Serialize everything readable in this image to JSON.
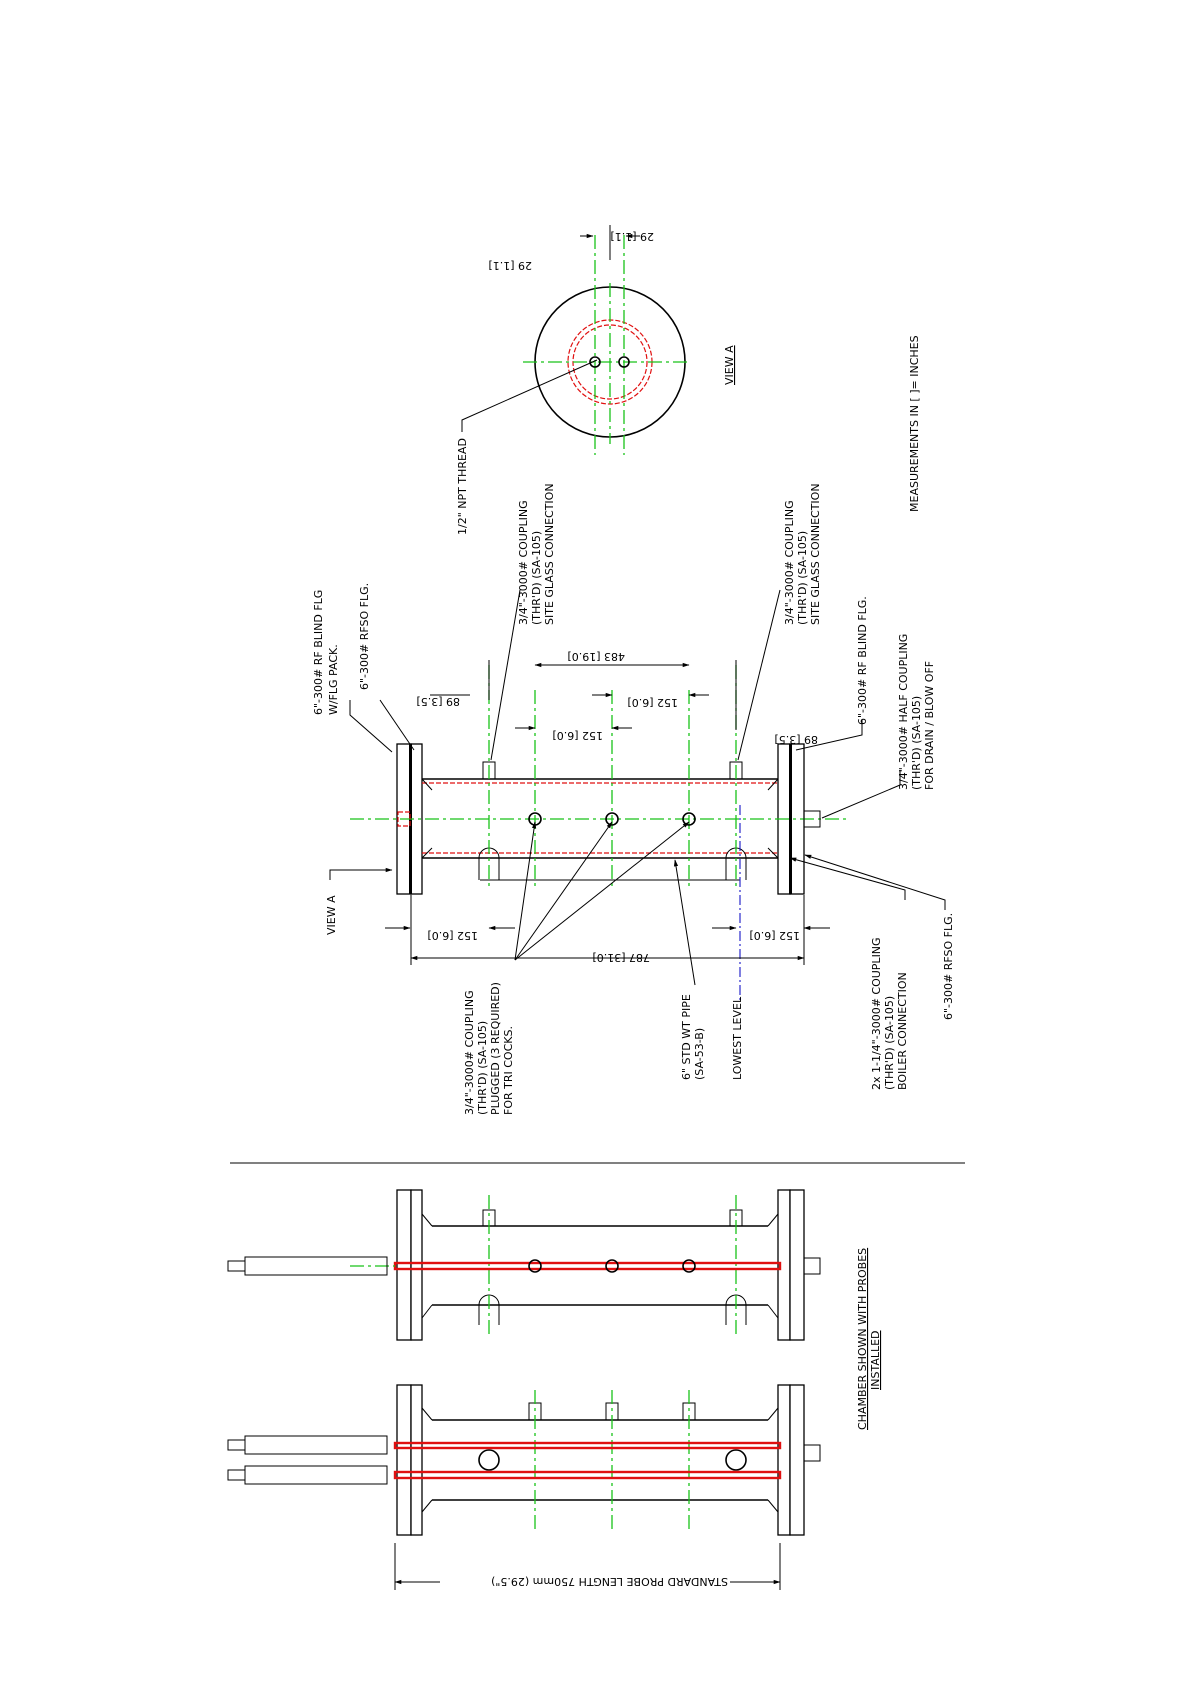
{
  "view_a": {
    "label": "VIEW A",
    "dim_left": "29 [1.1]",
    "dim_right": "29 [1.1]",
    "thread_note": "1/2\" NPT THREAD"
  },
  "notes": {
    "measurements": "MEASUREMENTS IN [ ]= INCHES"
  },
  "callouts": {
    "blind_flg_top": [
      "6\"-300# RF BLIND FLG",
      "W/FLG PACK."
    ],
    "rfso_top": "6\"-300# RFSO FLG.",
    "coupling_top_1": [
      "3/4\"-3000# COUPLING",
      "(THR'D) (SA-105)",
      "SITE GLASS CONNECTION"
    ],
    "coupling_top_2": [
      "3/4\"-3000# COUPLING",
      "(THR'D) (SA-105)",
      "SITE GLASS CONNECTION"
    ],
    "blind_flg_bottom": "6\"-300# RF BLIND FLG.",
    "half_coupling": [
      "3/4\"-3000# HALF COUPLING",
      "(THR'D) (SA-105)",
      "FOR DRAIN / BLOW OFF"
    ],
    "view_a_arrow": "VIEW A",
    "tri_cocks": [
      "3/4\"-3000# COUPLING",
      "(THR'D) (SA-105)",
      "PLUGGED (3 REQUIRED)",
      "FOR TRI COCKS."
    ],
    "pipe": [
      "6\" STD WT PIPE",
      "(SA-53-B)"
    ],
    "lowest_level": "LOWEST LEVEL",
    "boiler_conn": [
      "2x 1-1/4\"-3000# COUPLING",
      "(THR'D) (SA-105)",
      "BOILER CONNECTION"
    ],
    "rfso_bottom": "6\"-300# RFSO FLG."
  },
  "dimensions": {
    "d89_top": "89 [3.5]",
    "d483": "483 [19.0]",
    "d152_a": "152 [6.0]",
    "d152_b": "152 [6.0]",
    "d89_bottom": "89 [3.5]",
    "d152_left": "152 [6.0]",
    "d152_right": "152 [6.0]",
    "d787": "787 [31.0]"
  },
  "lower": {
    "title_line1": "CHAMBER SHOWN WITH PROBES",
    "title_line2": "INSTALLED",
    "probe_length": "STANDARD PROBE LENGTH 750mm (29.5\")"
  },
  "colors": {
    "centerline": "#19c219",
    "probe": "#e01010",
    "level": "#2a2acc",
    "ink": "#000000"
  }
}
